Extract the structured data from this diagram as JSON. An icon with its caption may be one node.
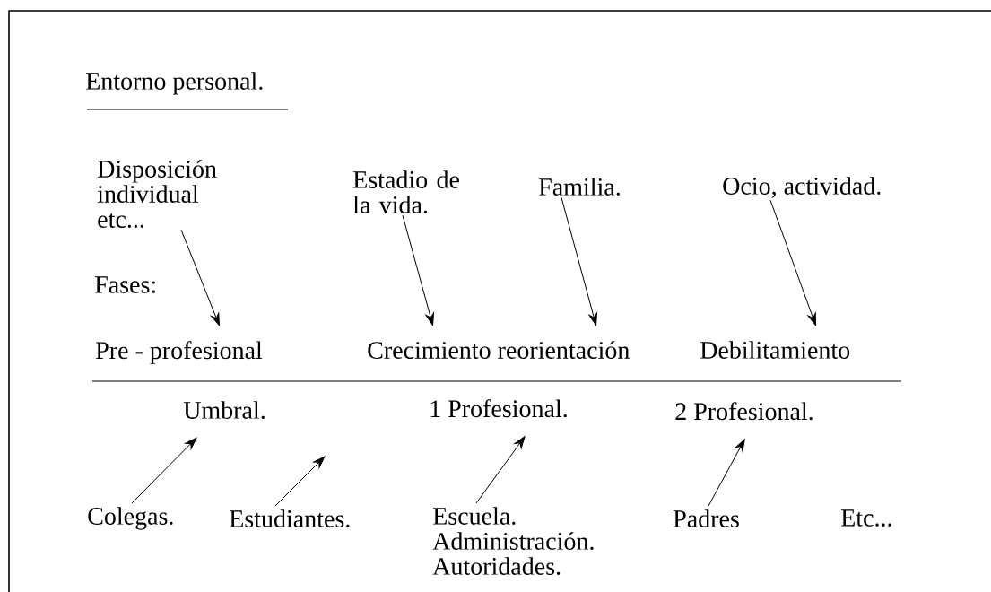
{
  "diagram": {
    "title": "Entorno personal.",
    "nodes": [
      {
        "text": [
          "Disposición individual etc..."
        ]
      },
      {
        "text": [
          "Estadio de la vida."
        ]
      },
      {
        "text": [
          "Familia."
        ]
      },
      {
        "text": [
          "Ocio, actividad."
        ]
      },
      {
        "text": [
          "Pre - profesional"
        ]
      },
      {
        "text": [
          "Crecimiento reorientación"
        ]
      },
      {
        "text": [
          "Debilitamiento"
        ]
      },
      {
        "text": [
          "Umbral."
        ]
      },
      {
        "text": [
          "1 Profesional."
        ]
      },
      {
        "text": [
          "2 Profesional."
        ]
      },
      {
        "text": [
          "Colegas."
        ]
      },
      {
        "text": [
          "Estudiantes."
        ]
      },
      {
        "text": [
          "Escuela.",
          "Administración.",
          "Autoridades."
        ]
      },
      {
        "text": [
          "Padres"
        ]
      }
    ],
    "edges": [
      {
        "from": 0,
        "to": 4,
        "arrow": "to"
      },
      {
        "from": 1,
        "to": 5,
        "arrow": "to"
      },
      {
        "from": 2,
        "to": 5,
        "arrow": "to"
      },
      {
        "from": 3,
        "to": 6,
        "arrow": "to"
      },
      {
        "from": 10,
        "to": 7,
        "arrow": "to"
      },
      {
        "from": 11,
        "to": null,
        "arrow": "to"
      },
      {
        "from": 12,
        "to": 8,
        "arrow": "to"
      },
      {
        "from": 13,
        "to": 9,
        "arrow": "to"
      }
    ],
    "labels": [
      "Fases:",
      "Etc..."
    ]
  }
}
